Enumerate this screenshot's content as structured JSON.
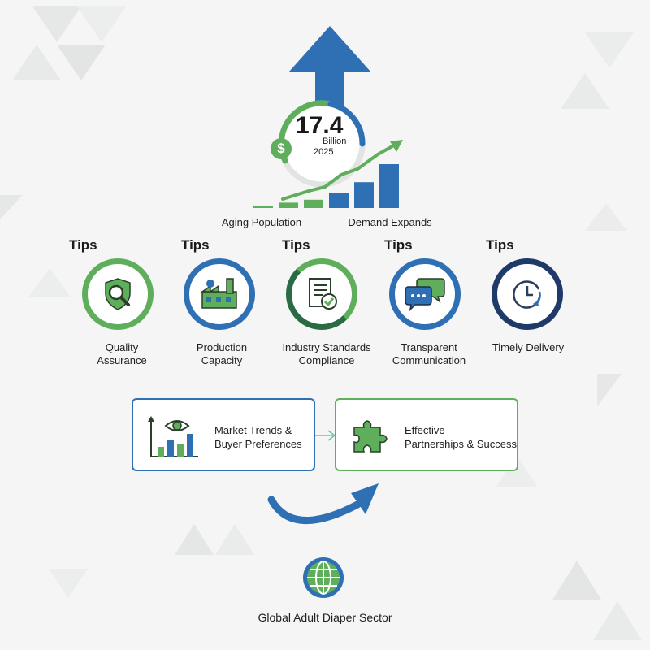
{
  "hero": {
    "value": "17.4",
    "unit": "Billion",
    "year": "2025",
    "currency_icon": "dollar-icon",
    "bars_shown": [
      0.05,
      0.11,
      0.17,
      0.31,
      0.53,
      0.9
    ],
    "left_caption": "Aging Population",
    "right_caption": "Demand Expands"
  },
  "tips": [
    {
      "heading": "Tips",
      "label_line1": "Quality",
      "label_line2": "Assurance",
      "icon": "shield-magnifier-icon",
      "ring_color": "#5fae5c"
    },
    {
      "heading": "Tips",
      "label_line1": "Production",
      "label_line2": "Capacity",
      "icon": "factory-icon",
      "ring_color": "#2f6fb3"
    },
    {
      "heading": "Tips",
      "label_line1": "Industry Standards",
      "label_line2": "Compliance",
      "icon": "checklist-document-icon",
      "ring_color": "#5fae5c"
    },
    {
      "heading": "Tips",
      "label_line1": "Transparent",
      "label_line2": "Communication",
      "icon": "chat-bubbles-icon",
      "ring_color": "#2f6fb3"
    },
    {
      "heading": "Tips",
      "label_line1": "Timely Delivery",
      "label_line2": "",
      "icon": "clock-icon",
      "ring_color": "#1f3a68"
    }
  ],
  "flow": {
    "left_line1": "Market Trends &",
    "left_line2": "Buyer Preferences",
    "left_icon": "chart-eye-icon",
    "right_line1": "Effective",
    "right_line2": "Partnerships & Success",
    "right_icon": "puzzle-icon"
  },
  "footer": {
    "label": "Global Adult Diaper Sector",
    "icon": "globe-icon"
  },
  "colors": {
    "green": "#5fae5c",
    "blue": "#2f6fb3",
    "navy": "#1f3a68",
    "grey": "#e2e4e3"
  }
}
